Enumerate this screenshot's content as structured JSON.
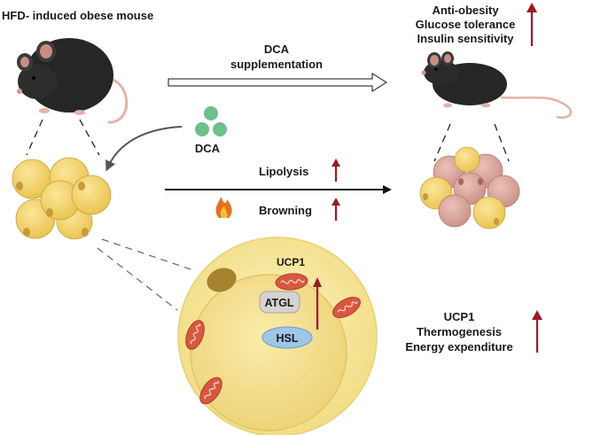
{
  "labels": {
    "hfd_mouse": "HFD- induced obese mouse",
    "dca_supp_line1": "DCA",
    "dca_supp_line2": "supplementation",
    "dca": "DCA",
    "outcome1": "Anti-obesity",
    "outcome2": "Glucose tolerance",
    "outcome3": "Insulin sensitivity",
    "lipolysis": "Lipolysis",
    "browning": "Browning",
    "ucp1_cell": "UCP1",
    "atgl": "ATGL",
    "hsl": "HSL",
    "effect1": "UCP1",
    "effect2": "Thermogenesis",
    "effect3": "Energy expenditure"
  },
  "colors": {
    "arrow_up": "#a01820",
    "fat_yellow": "#f1d265",
    "fat_pink": "#d8a8a0",
    "mouse": "#262626",
    "mito": "#d7573f",
    "dca_dot": "#6cc08b",
    "hsl": "#9ec6e8",
    "atgl": "#d6d2cf",
    "cell": "#f8eaa0"
  }
}
